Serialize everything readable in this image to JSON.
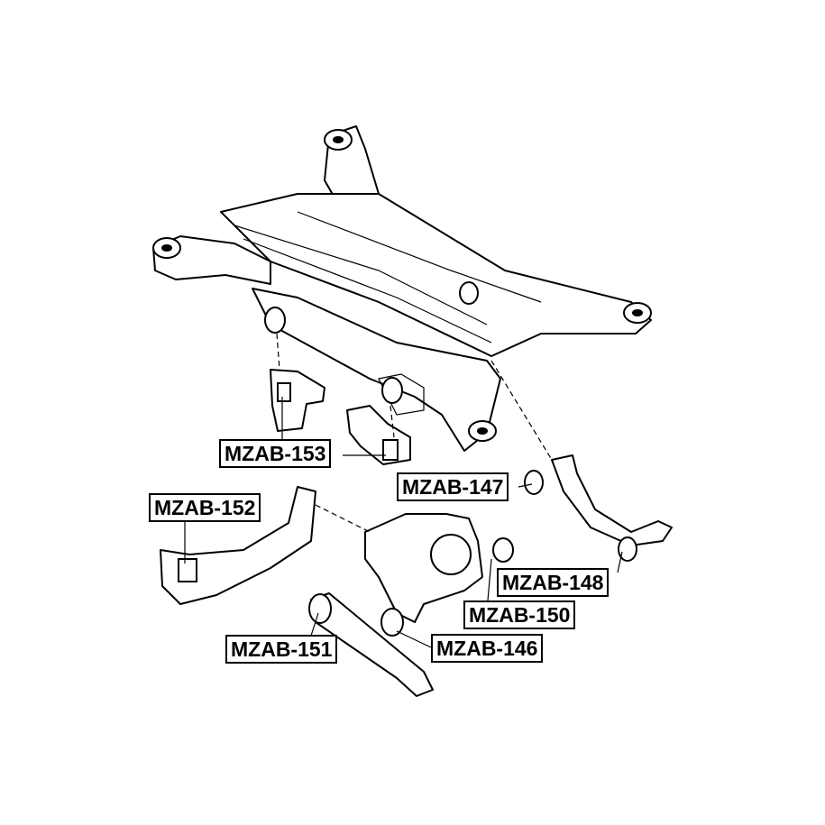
{
  "diagram": {
    "title": "Rear subframe and suspension bushings",
    "labels": {
      "mzab_153": "MZAB-153",
      "mzab_147": "MZAB-147",
      "mzab_152": "MZAB-152",
      "mzab_148": "MZAB-148",
      "mzab_150": "MZAB-150",
      "mzab_151": "MZAB-151",
      "mzab_146": "MZAB-146"
    }
  }
}
